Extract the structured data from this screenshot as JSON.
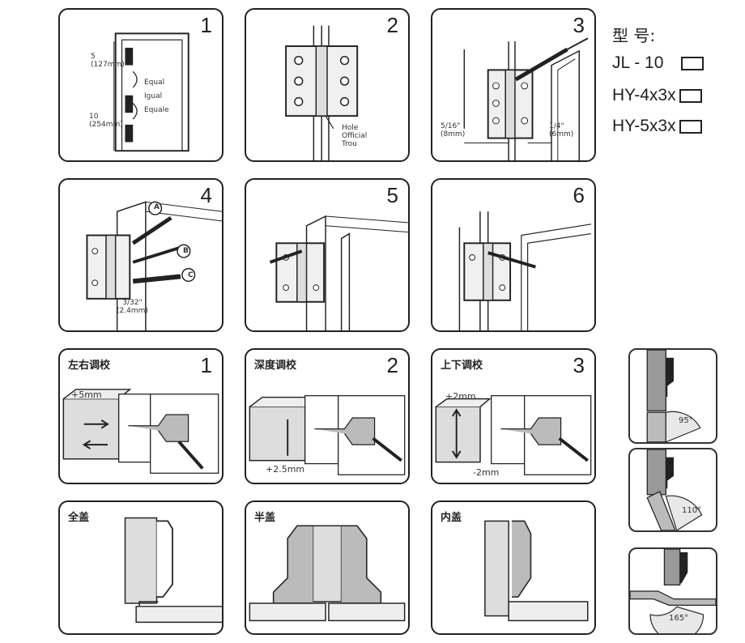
{
  "spec": {
    "heading": "型 号:",
    "models": [
      "JL - 10",
      "HY-4x3x",
      "HY-5x3x"
    ]
  },
  "steps": {
    "s1": {
      "num": "1",
      "upper": "5\n(127mm)",
      "lower": "10\n(254mm)",
      "eq1": "Equal",
      "eq2": "Igual",
      "eq3": "Equale"
    },
    "s2": {
      "num": "2",
      "note": "Hole\nOfficial\nTrou"
    },
    "s3": {
      "num": "3",
      "left": "5/16\"\n(8mm)",
      "right": "1/4\"\n(6mm)"
    },
    "s4": {
      "num": "4",
      "a": "A",
      "b": "B",
      "c": "C",
      "size": "3/32\"\n(2.4mm)"
    },
    "s5": {
      "num": "5"
    },
    "s6": {
      "num": "6"
    }
  },
  "adjust": {
    "a1": {
      "title": "左右调校",
      "num": "1",
      "note": "+5mm"
    },
    "a2": {
      "title": "深度调校",
      "num": "2",
      "note": "+2.5mm"
    },
    "a3": {
      "title": "上下调校",
      "num": "3",
      "top": "+2mm",
      "bottom": "-2mm"
    }
  },
  "cover": {
    "full": "全盖",
    "half": "半盖",
    "inset": "内盖"
  },
  "angles": [
    "95°",
    "110°",
    "165°"
  ],
  "colors": {
    "line": "#222222",
    "fill": "#e6e6e6",
    "dark": "#555555"
  }
}
